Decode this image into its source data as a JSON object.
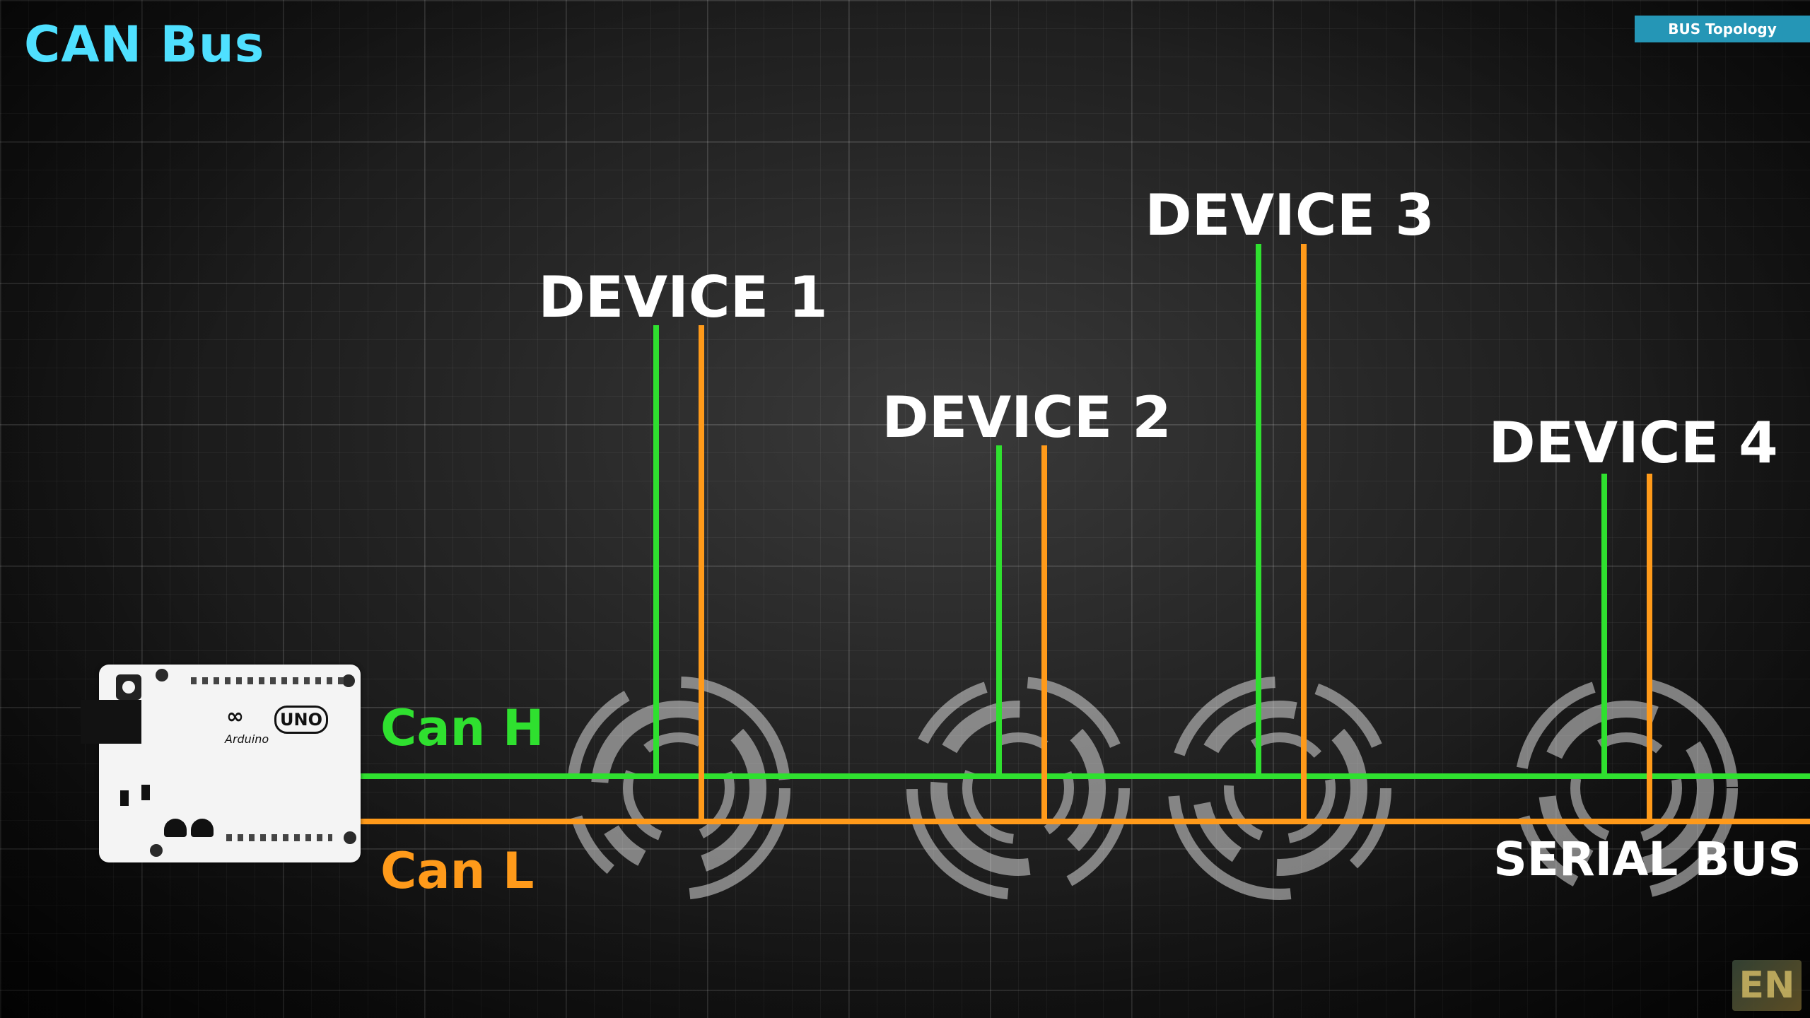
{
  "header": {
    "title": "CAN Bus",
    "topic_tab": "BUS Topology"
  },
  "bus": {
    "can_h_label": "Can H",
    "can_l_label": "Can L",
    "serial_bus_label": "SERIAL BUS",
    "can_h_color": "#2fe02f",
    "can_l_color": "#ff9a1a"
  },
  "devices": [
    {
      "label": "DEVICE 1"
    },
    {
      "label": "DEVICE 2"
    },
    {
      "label": "DEVICE 3"
    },
    {
      "label": "DEVICE 4"
    }
  ],
  "controller": {
    "board_logo": "∞",
    "board_badge": "UNO",
    "board_brand": "Arduino"
  },
  "watermark": {
    "text": "EN",
    "icon": "channel-logo-icon"
  }
}
